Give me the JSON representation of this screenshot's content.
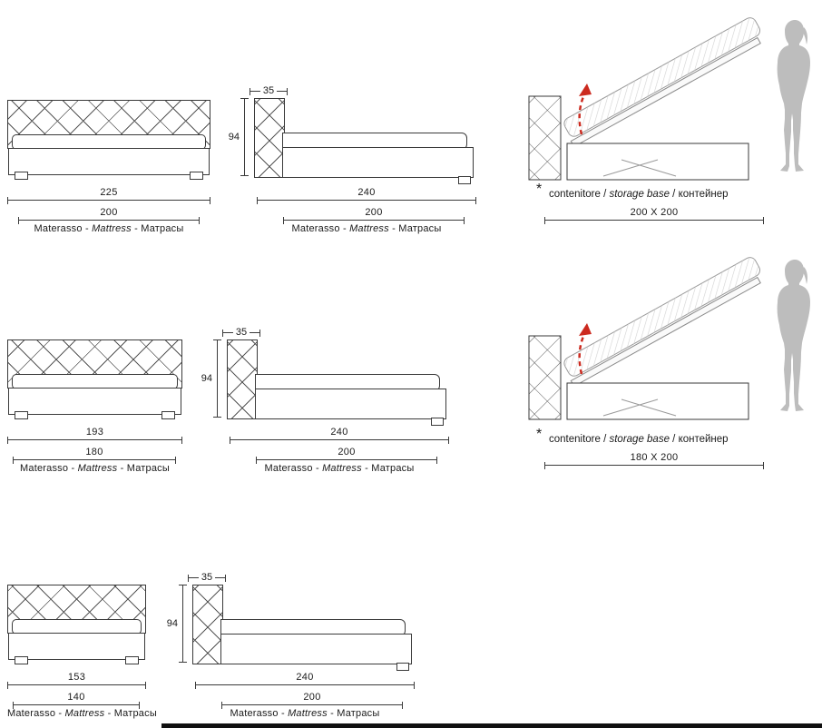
{
  "rows": [
    {
      "front": {
        "overall": "225",
        "mattress": "200"
      },
      "side": {
        "depth": "35",
        "height": "94",
        "overall": "240",
        "mattress": "200"
      },
      "storage": {
        "star": "*",
        "note_pre": "contenitore / ",
        "note_italic": "storage base",
        "note_post": " / контейнер",
        "size": "200 X 200"
      }
    },
    {
      "front": {
        "overall": "193",
        "mattress": "180"
      },
      "side": {
        "depth": "35",
        "height": "94",
        "overall": "240",
        "mattress": "200"
      },
      "storage": {
        "star": "*",
        "note_pre": "contenitore / ",
        "note_italic": "storage base",
        "note_post": " / контейнер",
        "size": "180 X 200"
      }
    },
    {
      "front": {
        "overall": "153",
        "mattress": "140"
      },
      "side": {
        "depth": "35",
        "height": "94",
        "overall": "240",
        "mattress": "200"
      }
    }
  ],
  "caption": {
    "pre": "Materasso - ",
    "italic": "Mattress",
    "post": " - Матрасы"
  },
  "colors": {
    "line": "#3a3a3a",
    "accent_red": "#cc2a1f",
    "silhouette": "#bdbdbd"
  }
}
